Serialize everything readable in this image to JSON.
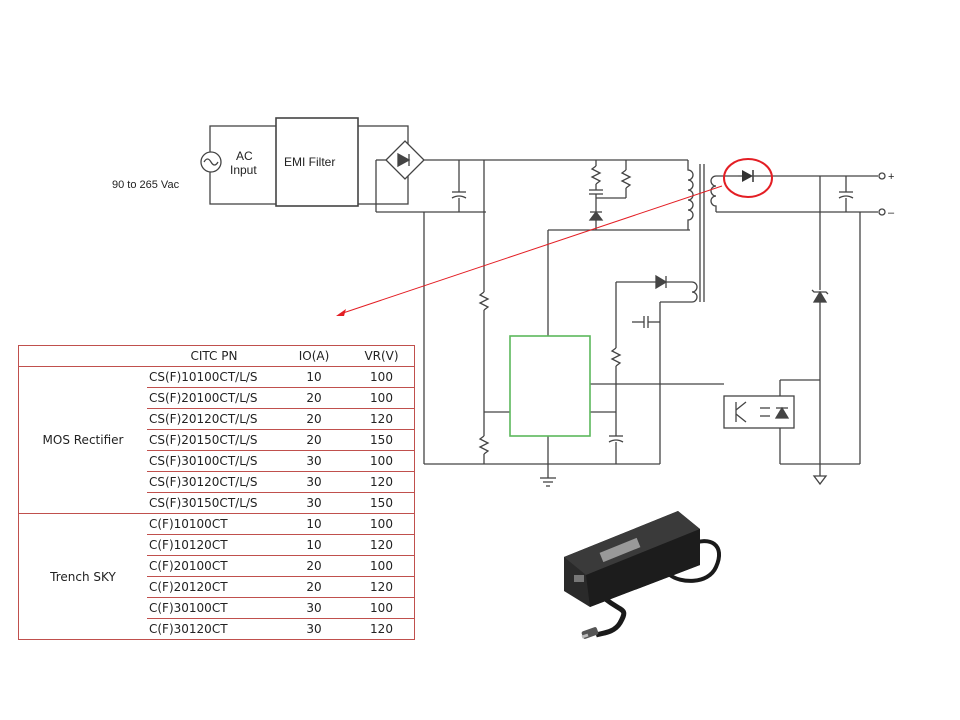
{
  "schematic": {
    "input_label": "90 to 265 Vac",
    "ac_label_line1": "AC",
    "ac_label_line2": "Input",
    "emi_label": "EMI Filter",
    "plus_label": "+",
    "minus_label": "–",
    "highlight_color": "#e31e24",
    "pwm_box_color": "#5cb85c"
  },
  "table": {
    "header": {
      "pn": "CITC PN",
      "io": "IO(A)",
      "vr": "VR(V)"
    },
    "groups": [
      {
        "name": "MOS Rectifier",
        "rows": [
          {
            "pn": "CS(F)10100CT/L/S",
            "io": "10",
            "vr": "100"
          },
          {
            "pn": "CS(F)20100CT/L/S",
            "io": "20",
            "vr": "100"
          },
          {
            "pn": "CS(F)20120CT/L/S",
            "io": "20",
            "vr": "120"
          },
          {
            "pn": "CS(F)20150CT/L/S",
            "io": "20",
            "vr": "150"
          },
          {
            "pn": "CS(F)30100CT/L/S",
            "io": "30",
            "vr": "100"
          },
          {
            "pn": "CS(F)30120CT/L/S",
            "io": "30",
            "vr": "120"
          },
          {
            "pn": "CS(F)30150CT/L/S",
            "io": "30",
            "vr": "150"
          }
        ]
      },
      {
        "name": "Trench SKY",
        "rows": [
          {
            "pn": "C(F)10100CT",
            "io": "10",
            "vr": "100"
          },
          {
            "pn": "C(F)10120CT",
            "io": "10",
            "vr": "120"
          },
          {
            "pn": "C(F)20100CT",
            "io": "20",
            "vr": "100"
          },
          {
            "pn": "C(F)20120CT",
            "io": "20",
            "vr": "120"
          },
          {
            "pn": "C(F)30100CT",
            "io": "30",
            "vr": "100"
          },
          {
            "pn": "C(F)30120CT",
            "io": "30",
            "vr": "120"
          }
        ]
      }
    ]
  }
}
